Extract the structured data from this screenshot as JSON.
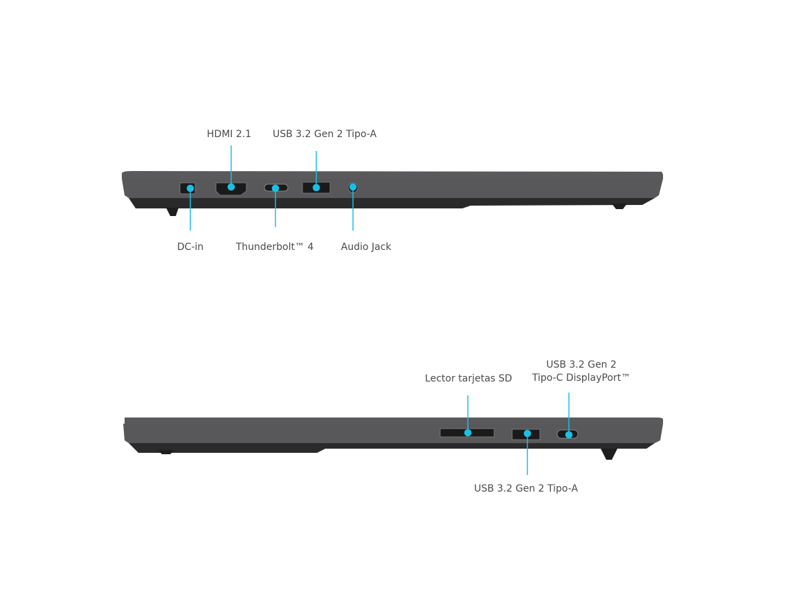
{
  "colors": {
    "callout": "#1bbfe4",
    "chassis": "#4d4d4f",
    "chassis_dark": "#2a2a2b",
    "label": "#4a4a4a"
  },
  "left_side": {
    "ports": [
      {
        "label": "HDMI 2.1",
        "icon": "hdmi-port-icon"
      },
      {
        "label": "USB 3.2 Gen 2 Tipo-A",
        "icon": "usb-a-port-icon"
      },
      {
        "label": "DC-in",
        "icon": "dc-in-port-icon"
      },
      {
        "label": "Thunderbolt™ 4",
        "icon": "thunderbolt-port-icon"
      },
      {
        "label": "Audio Jack",
        "icon": "audio-jack-icon"
      }
    ]
  },
  "right_side": {
    "ports": [
      {
        "label": "Lector tarjetas SD",
        "icon": "sd-card-slot-icon"
      },
      {
        "label_line1": "USB 3.2 Gen 2",
        "label_line2": "Tipo-C DisplayPort™",
        "icon": "usb-c-port-icon"
      },
      {
        "label": "USB 3.2 Gen 2 Tipo-A",
        "icon": "usb-a-port-icon"
      }
    ]
  }
}
